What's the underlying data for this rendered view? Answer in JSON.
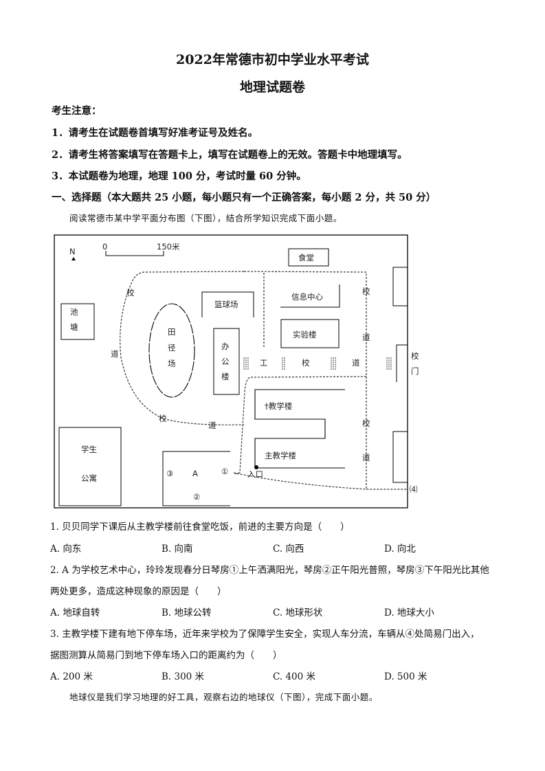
{
  "header": {
    "title": "2022年常德市初中学业水平考试",
    "subtitle": "地理试题卷"
  },
  "notice": {
    "heading": "考生注意：",
    "items": [
      "1．请考生在试题卷首填写好准考证号及姓名。",
      "2．请考生将答案填写在答题卡上，填写在试题卷上的无效。答题卡中地理填写。",
      "3．本试题卷为地理，地理 100 分，考试时量 60 分钟。"
    ]
  },
  "section1": {
    "heading": "一、选择题（本大题共 25 小题，每小题只有一个正确答案，每小题 2 分，共 50 分）",
    "intro": "阅读常德市某中学平面分布图（下图），结合所学知识完成下面小题。"
  },
  "map": {
    "north": "N",
    "scale_start": "0",
    "scale_end": "150米",
    "buildings": {
      "canteen": "食堂",
      "pond": [
        "池",
        "塘"
      ],
      "basketball": "篮球场",
      "info_center": "信息中心",
      "lab": "实验楼",
      "track": [
        "田",
        "径",
        "场"
      ],
      "office": [
        "办",
        "公",
        "楼"
      ],
      "sub_teaching": "†教学楼",
      "main_teaching": "主教学楼",
      "dorm": [
        "学生",
        "公寓"
      ],
      "gate": [
        "校",
        "门"
      ],
      "art_center": "A",
      "entrance": "入口"
    },
    "road_labels": {
      "xiao": "校",
      "dao": "道",
      "gong": "工"
    },
    "markers": {
      "m1": "①",
      "m2": "②",
      "m3": "③",
      "m4": "⑷"
    }
  },
  "questions": [
    {
      "stem": "1. 贝贝同学下课后从主教学楼前往食堂吃饭，前进的主要方向是（　　）",
      "options": [
        "A. 向东",
        "B. 向南",
        "C. 向西",
        "D. 向北"
      ]
    },
    {
      "stem_line1": "2. A 为学校艺术中心，玲玲发现春分日琴房①上午洒满阳光，琴房②正午阳光普照，琴房③下午阳光比其他",
      "stem_line2": "两处更多，造成这种现象的原因是（　　）",
      "options": [
        "A. 地球自转",
        "B. 地球公转",
        "C. 地球形状",
        "D. 地球大小"
      ]
    },
    {
      "stem_line1": "3. 主教学楼下建有地下停车场，近年来学校为了保障学生安全，实现人车分流，车辆从④处简易门出入，",
      "stem_line2": "据图测算从简易门到地下停车场入口的距离约为（　　）",
      "options": [
        "A. 200 米",
        "B. 300 米",
        "C. 400 米",
        "D. 500 米"
      ]
    }
  ],
  "section2": {
    "intro": "地球仪是我们学习地理的好工具，观察右边的地球仪（下图），完成下面小题。"
  }
}
